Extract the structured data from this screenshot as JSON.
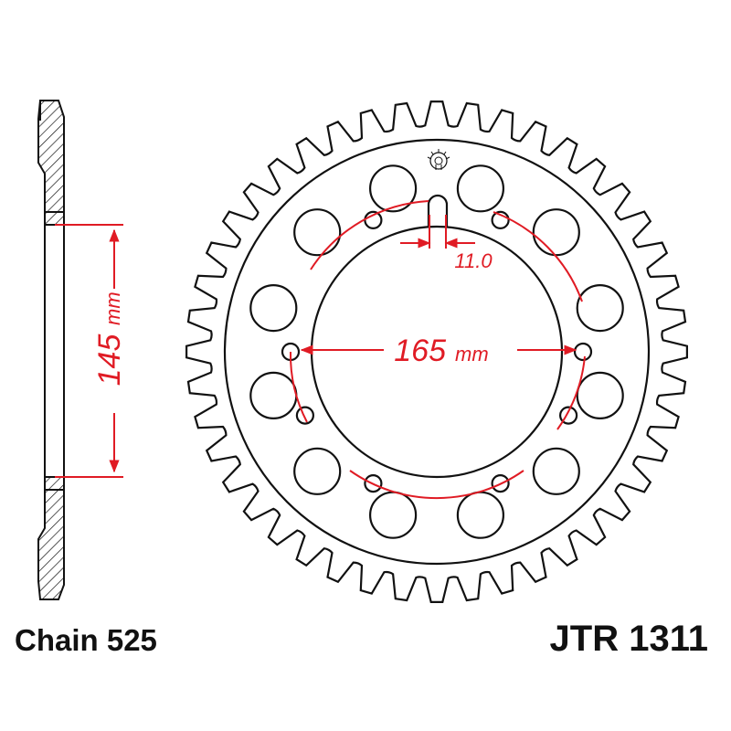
{
  "product": {
    "chain_label": "Chain 525",
    "part_number": "JTR 1311"
  },
  "dimensions": {
    "pcd_value": "165",
    "pcd_unit": "mm",
    "bolt_hole_value": "11.0",
    "side_value": "145",
    "side_unit": "mm"
  },
  "sprocket": {
    "teeth": 44,
    "mounting_bolts": 6,
    "lightening_holes": 12
  },
  "colors": {
    "outline": "#111111",
    "dimension": "#e01b24",
    "background": "#ffffff"
  },
  "icons": {
    "logo": "jt-sprocket-logo-icon"
  }
}
